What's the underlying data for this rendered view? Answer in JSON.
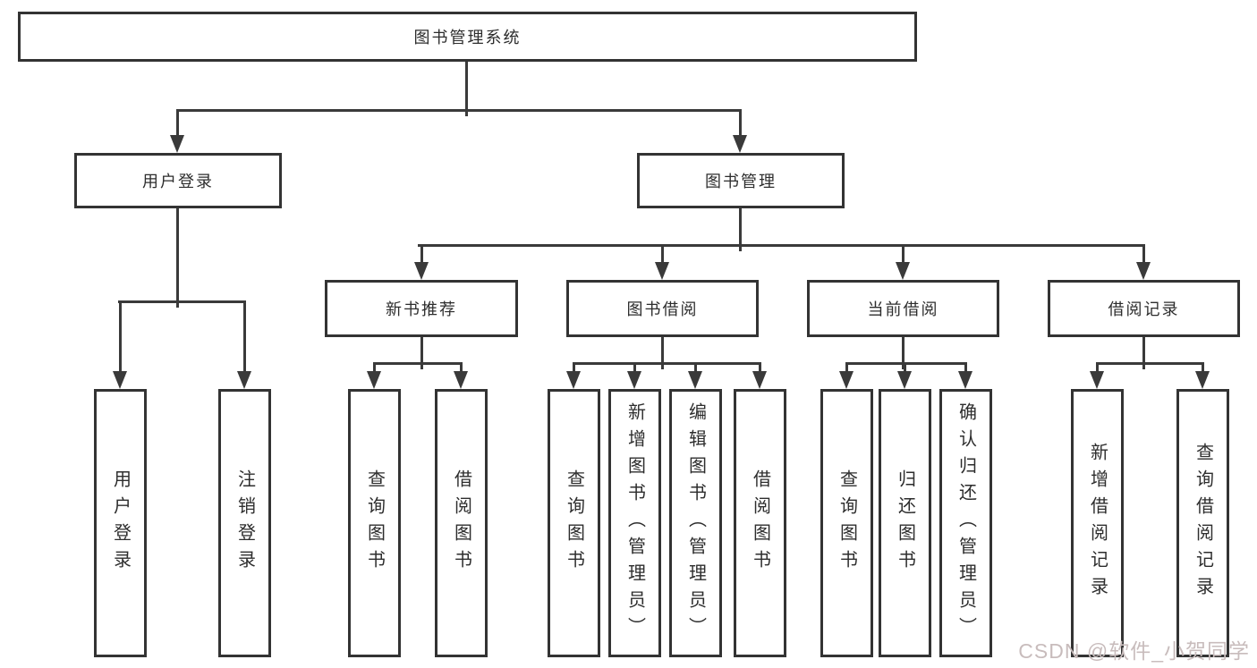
{
  "diagram": {
    "root": "图书管理系统",
    "level2": {
      "user_login": "用户登录",
      "book_mgmt": "图书管理"
    },
    "level3": {
      "new_book_rec": "新书推荐",
      "book_borrow": "图书借阅",
      "current_borrow": "当前借阅",
      "borrow_records": "借阅记录"
    },
    "leaves": {
      "login": "用户登录",
      "logout": "注销登录",
      "rec_query": "查询图书",
      "rec_borrow": "借阅图书",
      "bb_query": "查询图书",
      "bb_add": "新增图书（管理员）",
      "bb_edit": "编辑图书（管理员）",
      "bb_borrow": "借阅图书",
      "cb_query": "查询图书",
      "cb_return": "归还图书",
      "cb_confirm": "确认归还（管理员）",
      "br_add": "新增借阅记录",
      "br_query": "查询借阅记录"
    },
    "colors": {
      "line": "#3a3a3a",
      "border": "#333333",
      "text": "#2d2d2d",
      "watermark": "#c8bcbc",
      "background": "#ffffff"
    },
    "watermark": "CSDN @软件_小贺同学"
  }
}
